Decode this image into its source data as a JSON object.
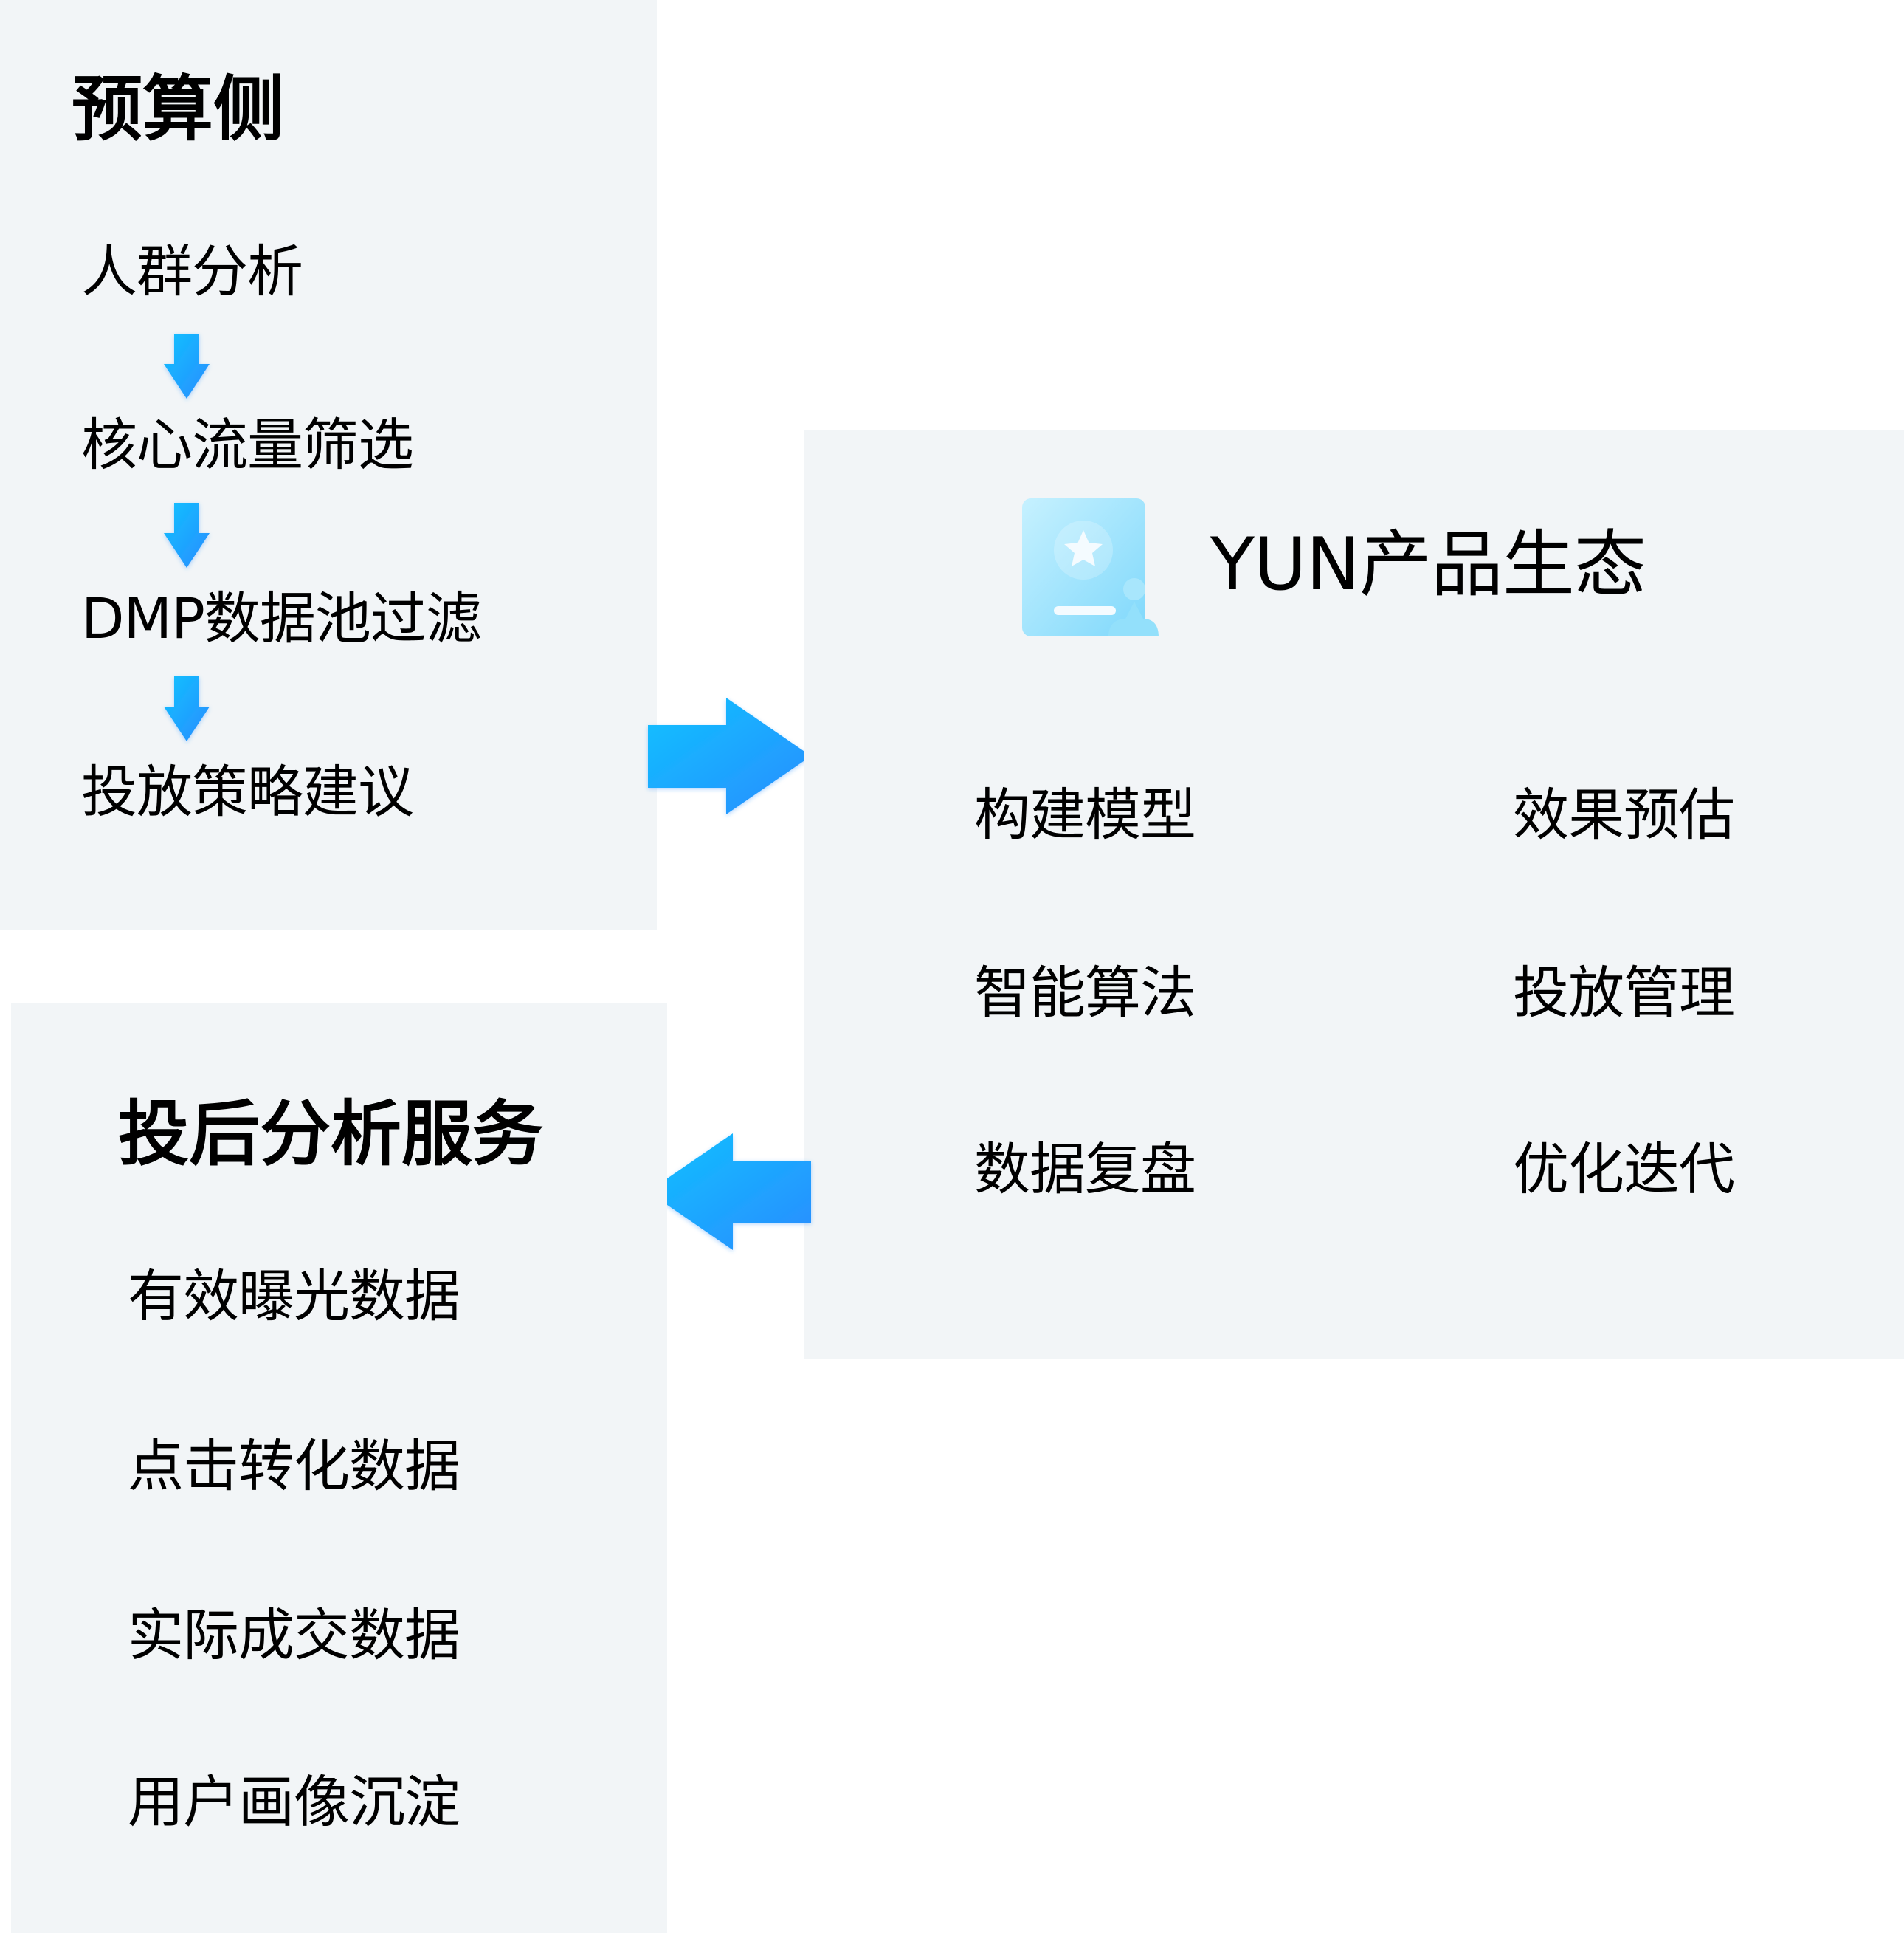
{
  "colors": {
    "panel_bg": "#f2f5f7",
    "arrow_start": "#10c2ff",
    "arrow_end": "#2a8cff",
    "text": "#000000",
    "icon_light": "#c6f1ff",
    "icon_dark": "#7fd8fb"
  },
  "budget_side": {
    "title": "预算侧",
    "steps": [
      {
        "label": "人群分析"
      },
      {
        "label": "核心流量筛选"
      },
      {
        "label": "DMP数据池过滤"
      },
      {
        "label": "投放策略建议"
      }
    ],
    "connector_icon": "arrow-down-icon"
  },
  "ecosystem": {
    "icon": "certificate-user-icon",
    "title": "YUN产品生态",
    "features": [
      {
        "label": "构建模型"
      },
      {
        "label": "效果预估"
      },
      {
        "label": "智能算法"
      },
      {
        "label": "投放管理"
      },
      {
        "label": "数据复盘"
      },
      {
        "label": "优化迭代"
      }
    ]
  },
  "post_analysis": {
    "title": "投后分析服务",
    "items": [
      {
        "label": "有效曝光数据"
      },
      {
        "label": "点击转化数据"
      },
      {
        "label": "实际成交数据"
      },
      {
        "label": "用户画像沉淀"
      }
    ]
  },
  "flow_arrows": [
    {
      "icon": "arrow-right-icon",
      "from": "budget_side",
      "to": "ecosystem"
    },
    {
      "icon": "arrow-left-icon",
      "from": "ecosystem",
      "to": "post_analysis"
    }
  ]
}
